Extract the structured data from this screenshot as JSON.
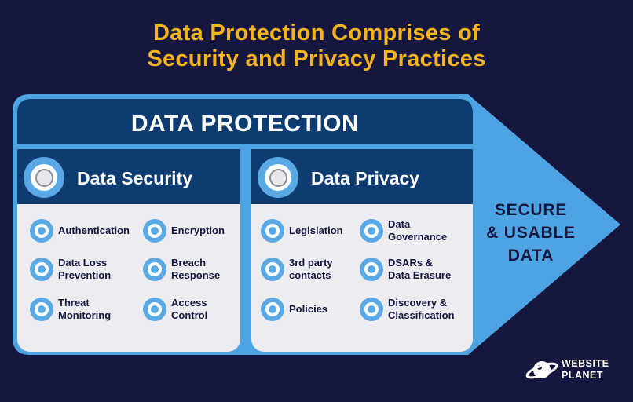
{
  "title": {
    "line1": "Data Protection Comprises of",
    "line2": "Security and Privacy Practices"
  },
  "diagram": {
    "header": "DATA PROTECTION",
    "arrow_label": "SECURE\n& USABLE\nDATA",
    "security": {
      "title": "Data Security",
      "items": [
        {
          "label": "Authentication",
          "icon": "bullet-icon"
        },
        {
          "label": "Encryption",
          "icon": "bullet-icon"
        },
        {
          "label": "Data Loss\nPrevention",
          "icon": "bullet-icon"
        },
        {
          "label": "Breach\nResponse",
          "icon": "bullet-icon"
        },
        {
          "label": "Threat\nMonitoring",
          "icon": "bullet-icon"
        },
        {
          "label": "Access\nControl",
          "icon": "bullet-icon"
        }
      ]
    },
    "privacy": {
      "title": "Data Privacy",
      "items": [
        {
          "label": "Legislation",
          "icon": "bullet-icon"
        },
        {
          "label": "Data\nGovernance",
          "icon": "bullet-icon"
        },
        {
          "label": "3rd party\ncontacts",
          "icon": "bullet-icon"
        },
        {
          "label": "DSARs &\nData Erasure",
          "icon": "bullet-icon"
        },
        {
          "label": "Policies",
          "icon": "bullet-icon"
        },
        {
          "label": "Discovery &\nClassification",
          "icon": "bullet-icon"
        }
      ]
    }
  },
  "colors": {
    "background": "#15173f",
    "title": "#f5b41f",
    "arrow": "#4ea4e2",
    "header": "#0e3c71",
    "panel": "#ececf1"
  },
  "logo": {
    "text": "WEBSITE\nPLANET",
    "icon": "planet-logo-icon"
  }
}
